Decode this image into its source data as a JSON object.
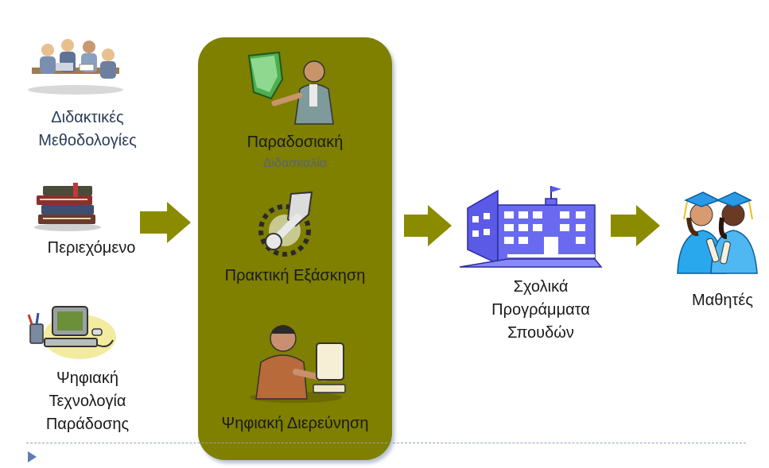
{
  "inputs": {
    "methodologies": {
      "line1": "Διδακτικές",
      "line2": "Μεθοδολογίες",
      "icon": "team-meeting-icon"
    },
    "content": {
      "label": "Περιεχόμενο",
      "icon": "books-icon"
    },
    "technology": {
      "line1": "Ψηφιακή",
      "line2": "Τεχνολογία",
      "line3": "Παράδοσης",
      "icon": "computer-icon"
    }
  },
  "panel": {
    "color": "#7f7f00",
    "traditional": {
      "label": "Παραδοσιακή",
      "sublabel": "Διδασκαλία",
      "icon": "teacher-pointing-icon"
    },
    "practice": {
      "label": "Πρακτική Εξάσκηση",
      "icon": "wrench-gear-icon"
    },
    "digital": {
      "label": "Ψηφιακή Διερεύνηση",
      "icon": "person-at-computer-icon"
    }
  },
  "outputs": {
    "programs": {
      "line1": "Σχολικά",
      "line2": "Προγράμματα",
      "line3": "Σπουδών",
      "icon": "school-building-icon"
    },
    "students": {
      "label": "Μαθητές",
      "icon": "graduates-icon"
    }
  },
  "arrow_color": "#8b8b00"
}
